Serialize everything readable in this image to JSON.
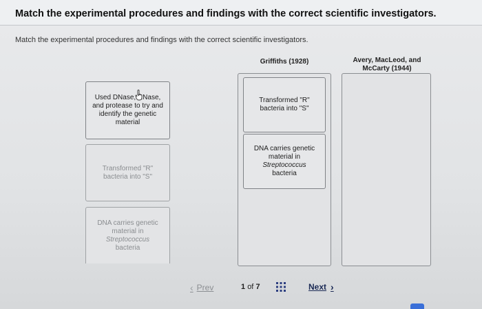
{
  "header": {
    "title": "Match the experimental procedures and findings with the correct scientific investigators."
  },
  "instructions": "Match the experimental procedures and findings with the correct scientific investigators.",
  "columns": {
    "griffiths": {
      "heading": "Griffiths (1928)"
    },
    "avery": {
      "heading_line1": "Avery, MacLeod, and",
      "heading_line2": "McCarty (1944)"
    }
  },
  "source_cards": [
    {
      "text": "Used DNase, RNase, and protease to try and identify the genetic material"
    },
    {
      "text": "Transformed \"R\" bacteria into \"S\""
    },
    {
      "line1": "DNA carries genetic",
      "line2": "material in",
      "italic": "Streptococcus",
      "line3": "bacteria"
    }
  ],
  "griffiths_zone_cards": [
    {
      "text": "Transformed \"R\" bacteria into \"S\""
    },
    {
      "line1": "DNA carries genetic",
      "line2": "material in",
      "italic": "Streptococcus",
      "line3": "bacteria"
    }
  ],
  "navigation": {
    "prev_label": "Prev",
    "prev_icon": "chevron-left-icon",
    "current_page": "1",
    "of_label": "of",
    "total_pages": "7",
    "grid_icon": "grid-icon",
    "next_label": "Next",
    "next_icon": "chevron-right-icon"
  },
  "colors": {
    "next_link": "#1b2a55",
    "accent_tab": "#3a6fd8"
  }
}
